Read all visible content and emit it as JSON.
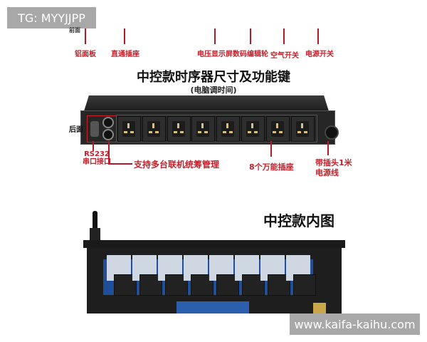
{
  "watermarks": {
    "top_left": "TG: MYYJJPP",
    "bottom_right": "www.kaifa-kaihu.com"
  },
  "front_labels": [
    "铝面板",
    "直通插座",
    "电压显示屏",
    "数码编辑轮",
    "空气开关",
    "电源开关"
  ],
  "front_title_partial": "前面",
  "title": "中控款时序器尺寸及功能键",
  "subtitle": "(电脑调时间)",
  "rear": {
    "side_label": "后面",
    "rs232_line1": "RS232",
    "rs232_line2": "串口接口",
    "multi_label": "支持多台联机统筹管理",
    "sockets_label": "8个万能插座",
    "cord_line1": "带插头1米",
    "cord_line2": "电源线",
    "socket_count": 8
  },
  "inside_title": "中控款内图",
  "colors": {
    "annotation_red": "#c8202a",
    "chassis": "#2a2a2a",
    "pcb": "#1f4f9a"
  }
}
